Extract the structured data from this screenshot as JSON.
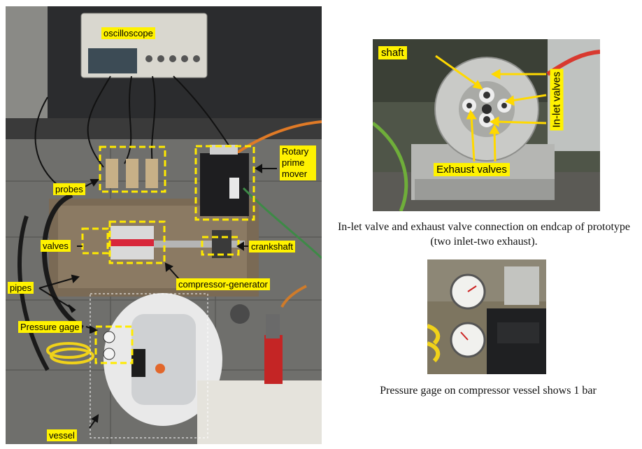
{
  "main_photo": {
    "labels": {
      "oscilloscope": "oscilloscope",
      "rotary": "Rotary prime mover",
      "probes": "probes",
      "valves": "valves",
      "crankshaft": "crankshaft",
      "pipes": "pipes",
      "compressor_generator": "compressor-generator",
      "pressure_gage": "Pressure gage",
      "vessel": "vessel"
    }
  },
  "endcap_photo": {
    "labels": {
      "shaft": "shaft",
      "inlet_valves": "In-let valves",
      "exhaust_valves": "Exhaust valves"
    },
    "caption": "In-let valve and exhaust valve connection on endcap of prototype (two inlet-two exhaust)."
  },
  "gage_photo": {
    "caption": "Pressure gage on compressor vessel shows 1 bar"
  },
  "colors": {
    "label_bg": "#fff200",
    "dashed_box": "#ffea00",
    "arrow": "#111111"
  }
}
